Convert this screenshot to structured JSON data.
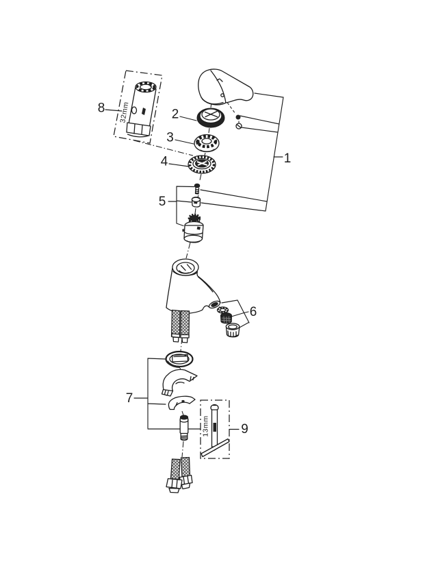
{
  "diagram": {
    "type": "exploded-parts-diagram",
    "colors": {
      "background": "#ffffff",
      "line": "#1c1c1c"
    },
    "callouts": {
      "1": "1",
      "2": "2",
      "3": "3",
      "4": "4",
      "5": "5",
      "6": "6",
      "7": "7",
      "8": "8",
      "9": "9"
    },
    "tool_dimensions": {
      "socket_box_8": "32mm",
      "socket_box_9": "13mm"
    }
  }
}
